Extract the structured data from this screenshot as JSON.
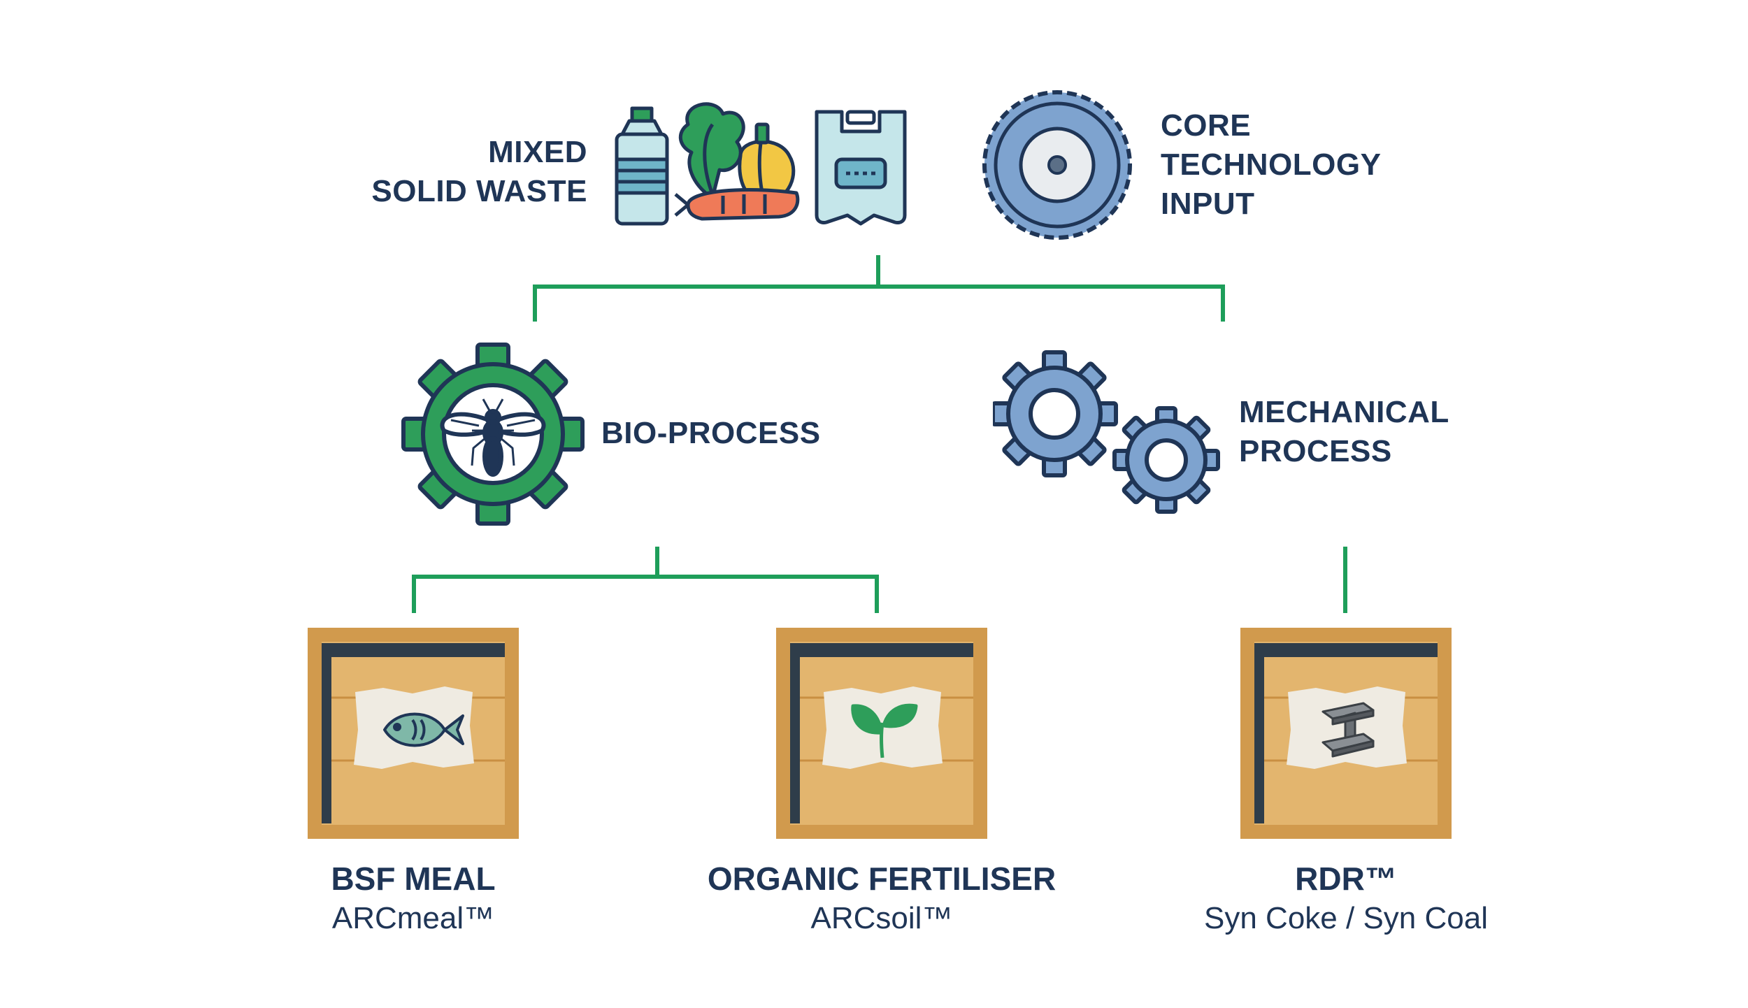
{
  "inputs": {
    "waste": {
      "line1": "MIXED",
      "line2": "SOLID WASTE",
      "icons": [
        "bottle-icon",
        "vegetables-icon",
        "plastic-bag-icon"
      ]
    },
    "core": {
      "line1": "CORE",
      "line2": "TECHNOLOGY",
      "line3": "INPUT",
      "icon": "saw-blade-icon"
    }
  },
  "processes": {
    "bio": {
      "label": "BIO-PROCESS",
      "icon": "insect-gear-icon"
    },
    "mechanical": {
      "line1": "MECHANICAL",
      "line2": "PROCESS",
      "icon": "gears-icon"
    }
  },
  "products": [
    {
      "name": "BSF MEAL",
      "sub": "ARCmeal™",
      "icon": "fish-icon"
    },
    {
      "name": "ORGANIC FERTILISER",
      "sub": "ARCsoil™",
      "icon": "sprout-icon"
    },
    {
      "name": "RDR™",
      "sub": "Syn Coke / Syn Coal",
      "icon": "steel-beam-icon"
    }
  ],
  "colors": {
    "connector": "#1e9e5a",
    "text": "#1f3556",
    "gear_blue": "#7ea3cf",
    "gear_green": "#1e9e5a",
    "crate_wood": "#e3b56e"
  }
}
